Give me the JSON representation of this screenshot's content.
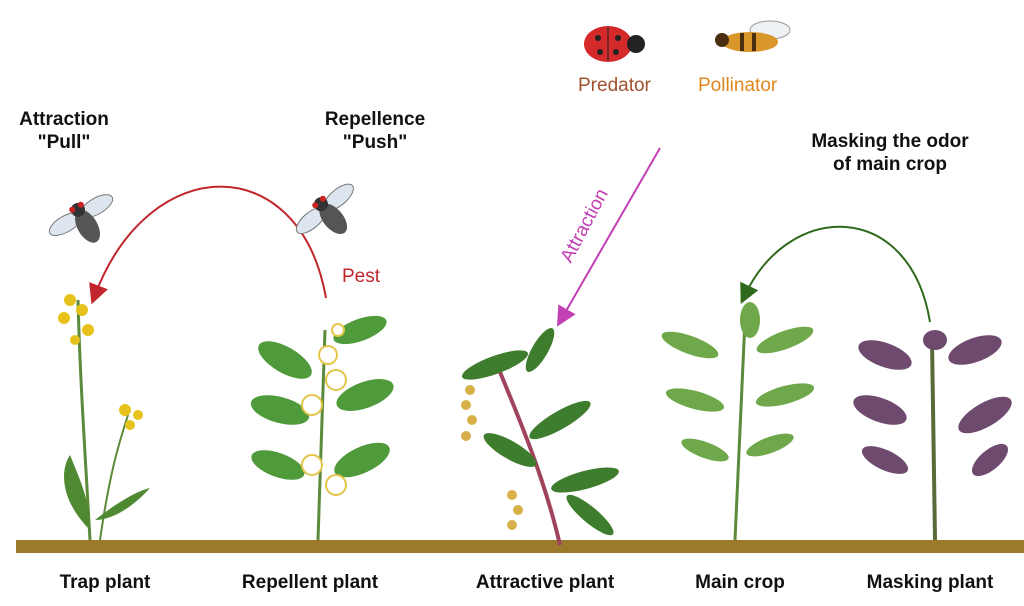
{
  "headings": {
    "attraction_line1": "Attraction",
    "attraction_line2": "\"Pull\"",
    "repellence_line1": "Repellence",
    "repellence_line2": "\"Push\"",
    "masking_line1": "Masking the odor",
    "masking_line2": "of main crop"
  },
  "organisms": {
    "pest": "Pest",
    "predator": "Predator",
    "pollinator": "Pollinator"
  },
  "arrow_labels": {
    "attraction": "Attraction"
  },
  "plants": [
    {
      "label": "Trap plant"
    },
    {
      "label": "Repellent plant"
    },
    {
      "label": "Attractive plant"
    },
    {
      "label": "Main crop"
    },
    {
      "label": "Masking plant"
    }
  ],
  "colors": {
    "push_pull_arrow": "#c0262c",
    "attraction_arrow": "#c23fb4",
    "masking_arrow": "#2f6a1c",
    "predator": "#a0522d",
    "pollinator": "#e0861c",
    "ground": "#9b7b2b"
  }
}
